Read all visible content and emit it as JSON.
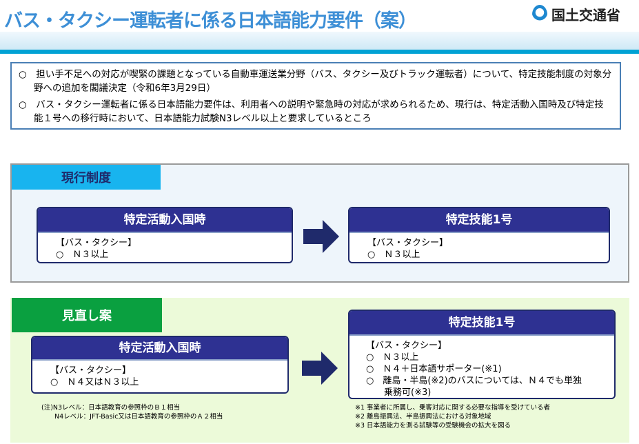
{
  "title": "バス・タクシー運転者に係る日本語能力要件（案）",
  "logo": "国土交通省",
  "info": [
    "○　担い手不足への対応が喫緊の課題となっている自動車運送業分野（バス、タクシー及びトラック運転者）について、特定技能制度の対象分野への追加を閣議決定（令和6年3月29日）",
    "○　バス・タクシー運転者に係る日本語能力要件は、利用者への説明や緊急時の対応が求められるため、現行は、特定活動入国時及び特定技能１号への移行時において、日本語能力試験N3レベル以上と要求しているところ"
  ],
  "current": {
    "label": "現行制度",
    "left": {
      "header": "特定活動入国時",
      "lines": [
        "【バス・タクシー】",
        "○　Ｎ３以上"
      ]
    },
    "right": {
      "header": "特定技能1号",
      "lines": [
        "【バス・タクシー】",
        "○　Ｎ３以上"
      ]
    }
  },
  "proposal": {
    "label": "見直し案",
    "left": {
      "header": "特定活動入国時",
      "lines": [
        "【バス・タクシー】",
        "○　Ｎ４又はＮ３以上"
      ]
    },
    "right": {
      "header": "特定技能1号",
      "lines": [
        "【バス・タクシー】",
        "○　Ｎ３以上",
        "○　Ｎ４＋日本語サポーター(※1)",
        "○　離島・半島(※2)のバスについては、Ｎ４でも単独",
        "　　乗務可(※3)"
      ]
    },
    "notes_left": [
      "(注)N3レベル：日本語教育の参照枠のＢ１相当",
      "　　N4レベル：JFT-Basic又は日本語教育の参照枠のＡ２相当"
    ],
    "notes_right": [
      "※1 事業者に所属し、乗客対応に関する必要な指導を受けている者",
      "※2 離島振興法、半島振興法における対象地域",
      "※3 日本語能力を測る試験等の受験機会の拡大を図る"
    ]
  }
}
